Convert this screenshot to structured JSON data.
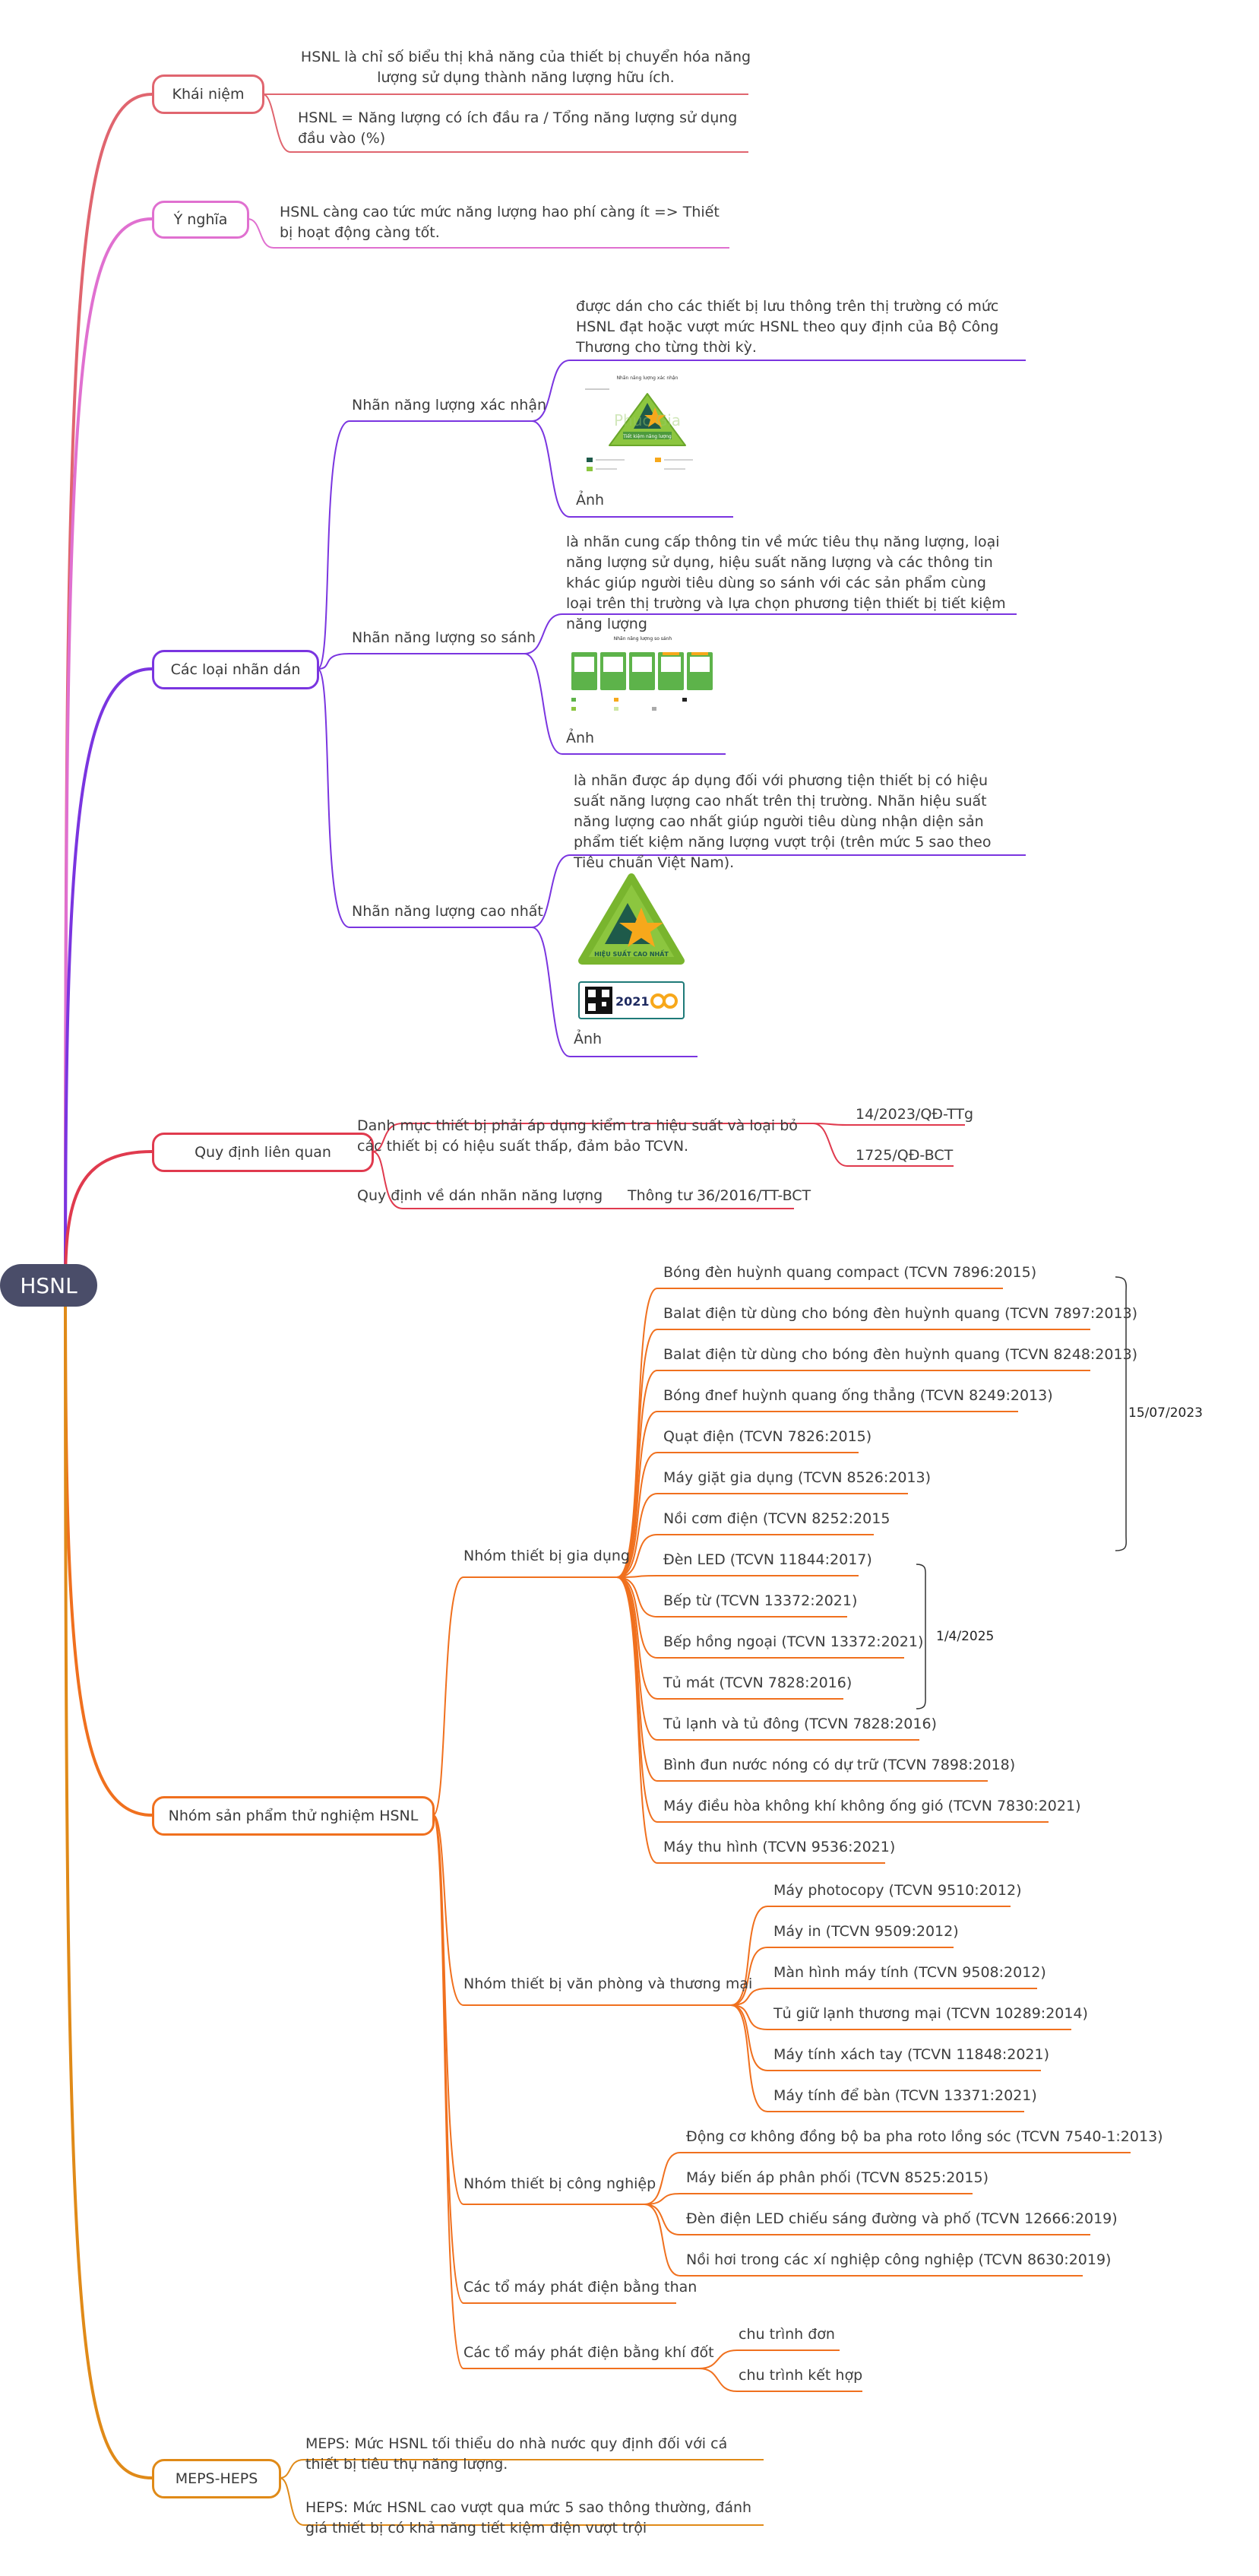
{
  "root": "HSNL",
  "colors": {
    "khai_niem": "#e0656f",
    "y_nghia": "#e070d0",
    "cac_loai": "#7a35e0",
    "quy_dinh": "#e03a4e",
    "nhom_sp": "#f0701e",
    "meps": "#e08a18",
    "root_bg": "#4a4d69"
  },
  "khai_niem": {
    "label": "Khái niệm",
    "items": [
      "HSNL là chỉ số biểu thị khả năng của thiết bị chuyển hóa năng lượng sử dụng thành năng lượng hữu ích.",
      "HSNL = Năng lượng có ích đầu ra / Tổng năng lượng sử dụng đầu vào (%)"
    ]
  },
  "y_nghia": {
    "label": "Ý nghĩa",
    "items": [
      "HSNL càng cao tức mức năng lượng hao phí càng ít => Thiết bị hoạt động càng tốt."
    ]
  },
  "cac_loai": {
    "label": "Các loại nhãn dán",
    "xac_nhan": {
      "label": "Nhãn năng lượng xác nhận",
      "desc": "được dán cho các thiết bị lưu thông trên thị trường có mức HSNL đạt hoặc vượt mức HSNL theo quy định của Bộ Công Thương cho từng thời kỳ.",
      "image_caption": "Ảnh",
      "img": {
        "title": "Nhãn năng lượng xác nhận",
        "watermark": "Phuc Gia",
        "footer": "Tiết kiệm năng lượng"
      }
    },
    "so_sanh": {
      "label": "Nhãn năng lượng so sánh",
      "desc": "là nhãn cung cấp thông tin về mức tiêu thụ năng lượng, loại năng lượng sử dụng, hiệu suất năng lượng và các thông tin khác giúp người tiêu dùng so sánh với các sản phẩm cùng loại trên thị trường và lựa chọn phương tiện thiết bị tiết kiệm năng lượng",
      "image_caption": "Ảnh",
      "img": {
        "title": "Nhãn năng lượng so sánh"
      }
    },
    "cao_nhat": {
      "label": "Nhãn năng lượng cao nhất",
      "desc": "là nhãn được áp dụng đối với phương tiện thiết bị có hiệu suất năng lượng cao nhất trên thị trường. Nhãn hiệu suất năng lượng cao nhất giúp người tiêu dùng nhận diện sản phẩm tiết kiệm năng lượng vượt trội (trên mức 5 sao theo Tiêu chuẩn Việt Nam).",
      "image_caption": "Ảnh",
      "img": {
        "banner": "HIỆU SUẤT CAO NHẤT",
        "year": "2021"
      }
    }
  },
  "quy_dinh": {
    "label": "Quy định liên quan",
    "item1": "Danh mục thiết bị phải áp dụng kiểm tra hiệu suất và loại bỏ các thiết bị có hiệu suất thấp, đảm bảo TCVN.",
    "item1_refs": [
      "14/2023/QĐ-TTg",
      "1725/QĐ-BCT"
    ],
    "item2": "Quy định về dán nhãn năng lượng",
    "item2_ref": "Thông tư 36/2016/TT-BCT"
  },
  "nhom_sp": {
    "label": "Nhóm sản phẩm thử nghiệm HSNL",
    "gia_dung": {
      "label": "Nhóm thiết bị gia dụng",
      "items": [
        "Bóng đèn huỳnh quang compact (TCVN 7896:2015)",
        "Balat điện từ dùng cho bóng đèn huỳnh quang (TCVN 7897:2013)",
        "Balat điện từ dùng cho bóng đèn huỳnh quang (TCVN 8248:2013)",
        "Bóng đnef huỳnh quang ống thẳng (TCVN 8249:2013)",
        "Quạt điện (TCVN 7826:2015)",
        "Máy giặt gia dụng (TCVN 8526:2013)",
        "Nồi cơm điện (TCVN 8252:2015",
        "Đèn LED (TCVN 11844:2017)",
        "Bếp từ (TCVN 13372:2021)",
        "Bếp hồng ngoại (TCVN 13372:2021)",
        "Tủ mát (TCVN 7828:2016)",
        "Tủ lạnh và tủ đông (TCVN 7828:2016)",
        "Bình đun nước nóng có dự trữ (TCVN 7898:2018)",
        "Máy điều hòa không khí không ống gió (TCVN 7830:2021)",
        "Máy thu hình (TCVN 9536:2021)"
      ],
      "date1": "15/07/2023",
      "date2": "1/4/2025"
    },
    "van_phong": {
      "label": "Nhóm thiết bị văn phòng và thương mại",
      "items": [
        "Máy photocopy (TCVN 9510:2012)",
        "Máy in (TCVN 9509:2012)",
        "Màn hình máy tính (TCVN 9508:2012)",
        "Tủ giữ lạnh thương mại (TCVN 10289:2014)",
        "Máy tính xách tay (TCVN 11848:2021)",
        "Máy tính để bàn (TCVN 13371:2021)"
      ]
    },
    "cong_nghiep": {
      "label": "Nhóm thiết bị công nghiệp",
      "items": [
        "Động cơ không đồng bộ ba pha roto lồng sóc (TCVN 7540-1:2013)",
        "Máy biến áp phân phối (TCVN 8525:2015)",
        "Đèn điện LED chiếu sáng đường và phố (TCVN 12666:2019)",
        "Nồi hơi trong các xí nghiệp công nghiệp (TCVN 8630:2019)"
      ]
    },
    "than": {
      "label": "Các tổ máy phát điện bằng than"
    },
    "khi_dot": {
      "label": "Các tổ máy phát điện bằng khí đốt",
      "items": [
        "chu trình đơn",
        "chu trình kết hợp"
      ]
    }
  },
  "meps": {
    "label": "MEPS-HEPS",
    "items": [
      "MEPS: Mức HSNL tối thiểu do nhà nước quy định đối với cá thiết bị tiêu thụ năng lượng.",
      "HEPS: Mức HSNL cao vượt qua mức 5 sao thông thường, đánh giá thiết bị có khả năng tiết kiệm điện vượt trội"
    ]
  }
}
